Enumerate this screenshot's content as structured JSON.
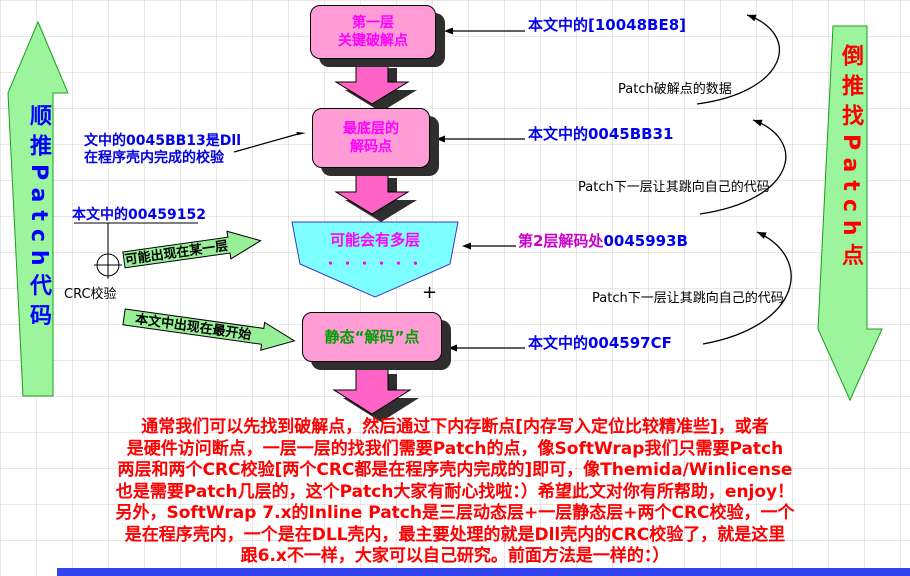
{
  "side_arrows": {
    "left_label": "顺推Patch代码",
    "right_label": "倒推找Patch点"
  },
  "flow": {
    "box1_line1": "第一层",
    "box1_line2": "关键破解点",
    "box2_line1": "最底层的",
    "box2_line2": "解码点",
    "multi_label": "可能会有多层",
    "multi_dots": "・・・・・・",
    "static_label": "静态“解码”点",
    "plus_marker": "+"
  },
  "left_annotations": {
    "dll_note_line1": "文中的0045BB13是Dll",
    "dll_note_line2": "在程序壳内完成的校验",
    "addr_00459152": "本文中的00459152",
    "crc_label": "CRC校验",
    "banner_some_layer": "可能出现在某一层",
    "banner_beginning": "本文中出现在最开始"
  },
  "right_annotations": {
    "addr_top": "本文中的[10048BE8]",
    "patch_data_note": "Patch破解点的数据",
    "addr_0045bb31": "本文中的0045BB31",
    "patch_jump_note_1": "Patch下一层让其跳向自己的代码",
    "layer2_label": "第2层解码处",
    "layer2_addr": "0045993B",
    "patch_jump_note_2": "Patch下一层让其跳向自己的代码",
    "addr_004597cf": "本文中的004597CF"
  },
  "bottom_paragraph": {
    "lines": [
      "通常我们可以先找到破解点，然后通过下内存断点[内存写入定位比较精准些]，或者",
      "是硬件访问断点，一层一层的找我们需要Patch的点，像SoftWrap我们只需要Patch",
      "两层和两个CRC校验[两个CRC都是在程序壳内完成的]即可，像Themida/Winlicense",
      "也是需要Patch几层的，这个Patch大家有耐心找啦：）希望此文对你有所帮助，enjoy！",
      "另外，SoftWrap 7.x的Inline Patch是三层动态层+一层静态层+两个CRC校验，一个",
      "是在程序壳内，一个是在DLL壳内，最主要处理的就是Dll壳内的CRC校验了，就是这里",
      "跟6.x不一样，大家可以自己研究。前面方法是一样的：）"
    ]
  },
  "colors": {
    "box_fill": "#FF9BD5",
    "arrow_fill": "#FF63C5",
    "shadow": "#2E2E2E",
    "cyan_fill": "#7DFFFF",
    "green_arrow_fill": "#9CF49C",
    "banner_fill": "#97EF97",
    "blue_text": "#0000EE",
    "red_text": "#FF0000",
    "magenta_text": "#FF00FF",
    "green_text": "#00A000"
  }
}
